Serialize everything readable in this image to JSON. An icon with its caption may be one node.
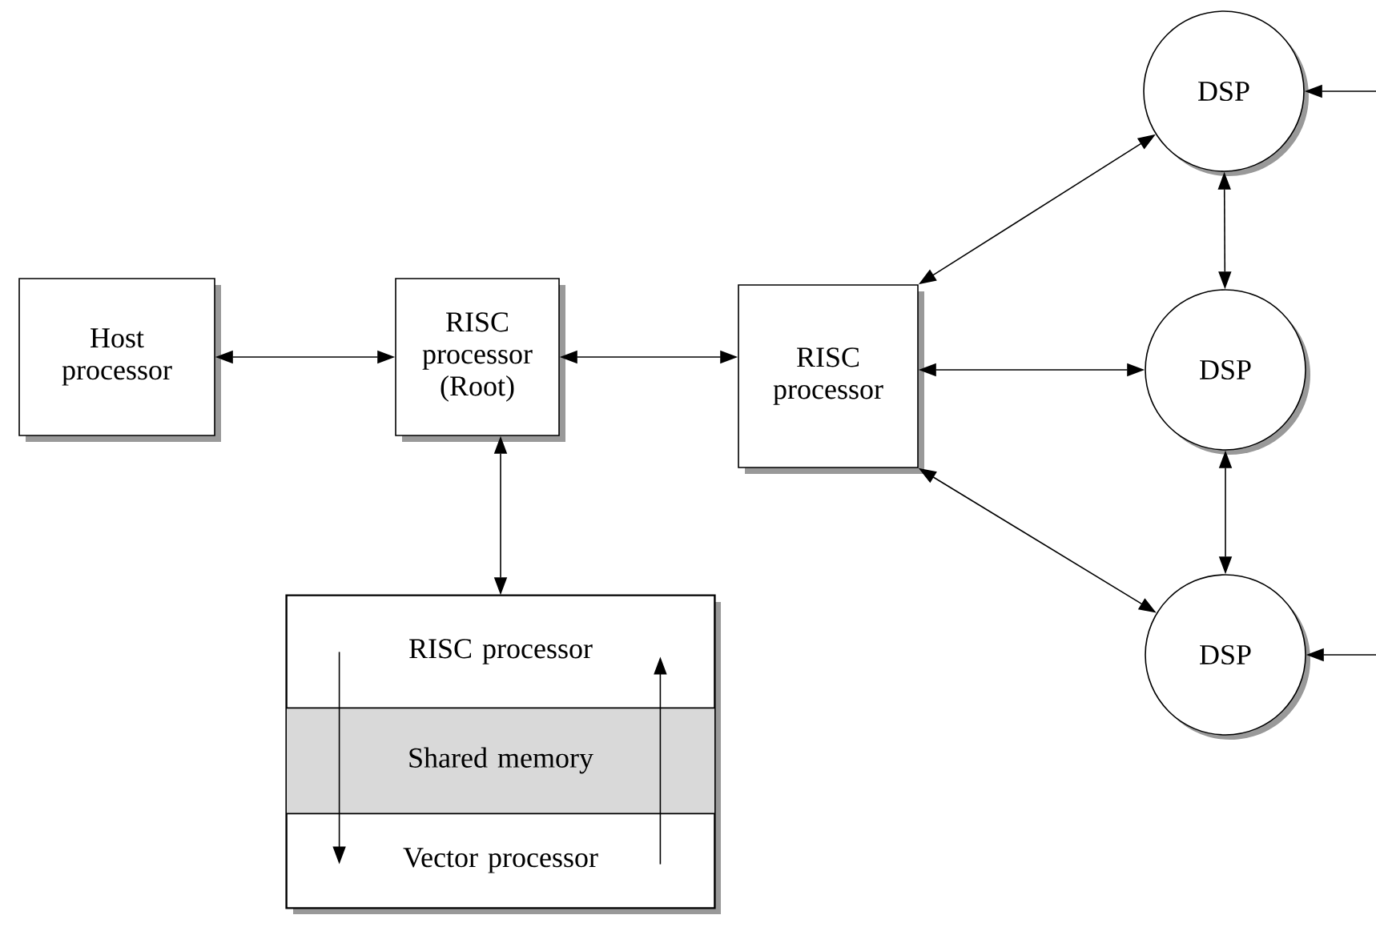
{
  "diagram": {
    "nodes": [
      {
        "text": [
          "Host processor"
        ]
      },
      {
        "text": [
          "RISC processor (Root)"
        ]
      },
      {
        "text": [
          "RISC processor"
        ]
      },
      {
        "text": [],
        "shape": "box"
      },
      {
        "text": [
          "RISC processor"
        ],
        "in": 3
      },
      {
        "text": [
          "Shared memory"
        ],
        "in": 3
      },
      {
        "text": [
          "Vector processor"
        ],
        "in": 3
      },
      {
        "text": [
          "DSP"
        ]
      },
      {
        "text": [
          "DSP"
        ]
      },
      {
        "text": [
          "DSP"
        ]
      }
    ],
    "edges": [
      {
        "from": 0,
        "to": 1,
        "arrow": "both"
      },
      {
        "from": 1,
        "to": 2,
        "arrow": "both"
      },
      {
        "from": 1,
        "to": 3,
        "arrow": "both"
      },
      {
        "from": 2,
        "to": 7,
        "arrow": "both"
      },
      {
        "from": 2,
        "to": 8,
        "arrow": "both"
      },
      {
        "from": 2,
        "to": 9,
        "arrow": "both"
      },
      {
        "from": 7,
        "to": 8,
        "arrow": "both"
      },
      {
        "from": 8,
        "to": 9,
        "arrow": "both"
      },
      {
        "from": null,
        "to": 7,
        "arrow": "to"
      },
      {
        "from": null,
        "to": 9,
        "arrow": "to"
      }
    ]
  }
}
